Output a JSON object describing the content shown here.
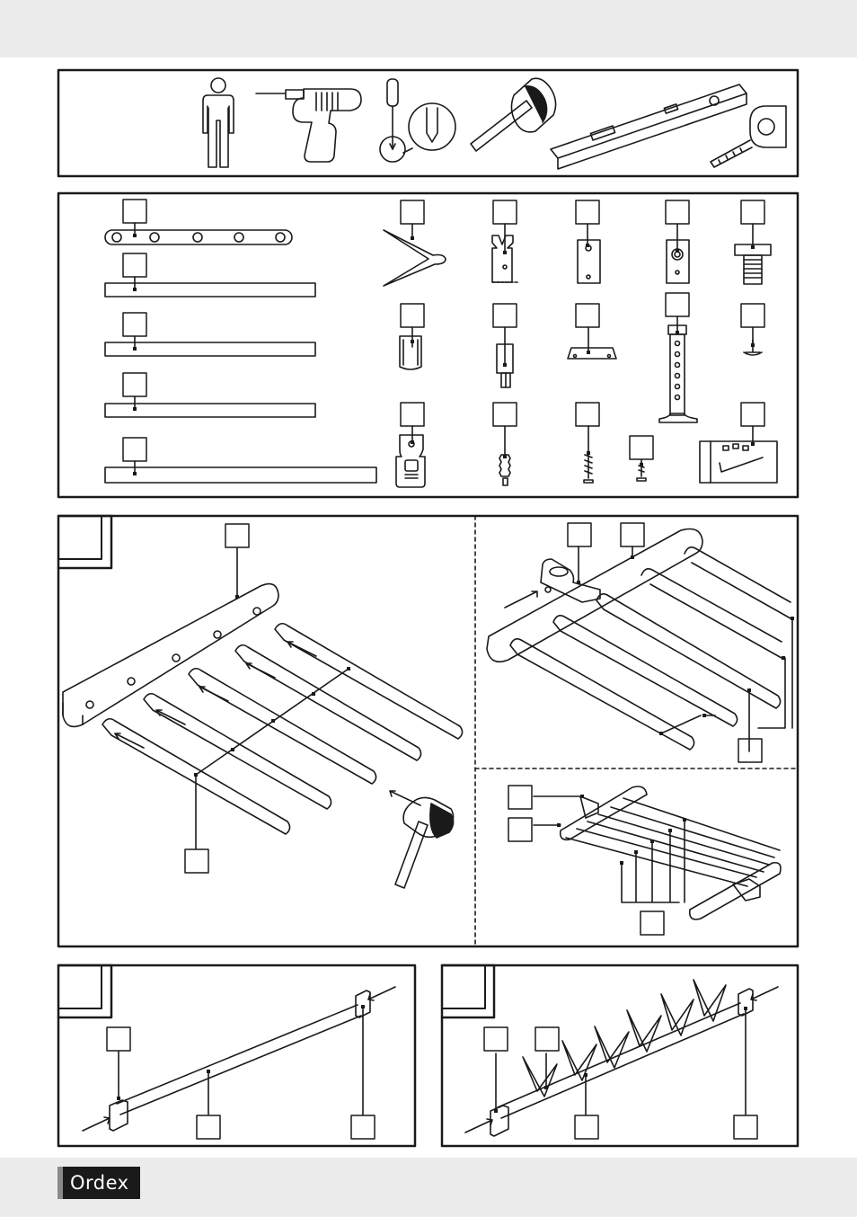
{
  "brand": {
    "logo_text": "Ordex"
  },
  "tools": [
    "person-icon",
    "drill-icon",
    "screwdriver-icon",
    "mallet-icon",
    "spirit-level-icon",
    "tape-measure-icon"
  ],
  "parts": [
    "rail-with-holes",
    "bar-short-1",
    "bar-short-2",
    "bar-short-3",
    "bar-long",
    "hook",
    "clip-bracket",
    "plate",
    "plate-round-hole",
    "knob-screw",
    "sleeve",
    "plug",
    "clamp",
    "telescopic-stand",
    "stopper",
    "end-cap",
    "wall-plug",
    "screw",
    "short-screw",
    "allen-key-bag"
  ],
  "steps": [
    "step-assemble-rack",
    "step-mount-rail",
    "step-mount-hooks"
  ],
  "colors": {
    "line": "#1a1a1a",
    "band": "#ececec",
    "logo_bg": "#1a1a1a"
  }
}
